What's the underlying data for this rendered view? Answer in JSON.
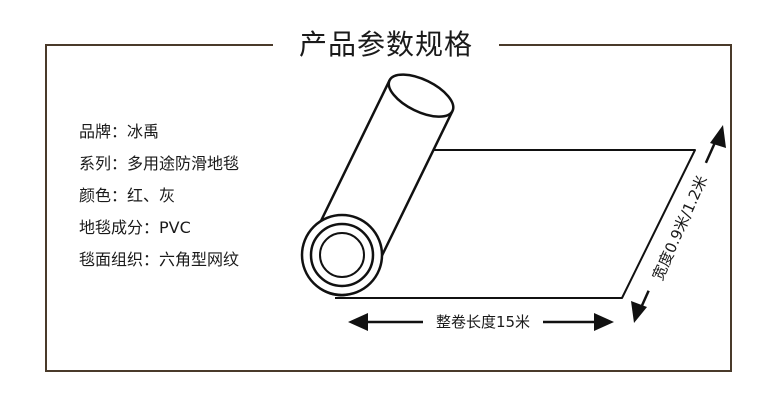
{
  "title": "产品参数规格",
  "specs": {
    "brand": "品牌：冰禹",
    "series": "系列：多用途防滑地毯",
    "color": "颜色：红、灰",
    "material": "地毯成分：PVC",
    "texture": "毯面组织：六角型网纹"
  },
  "dimensions": {
    "length_label": "整卷长度15米",
    "width_label": "宽度0.9米/1.2米"
  }
}
